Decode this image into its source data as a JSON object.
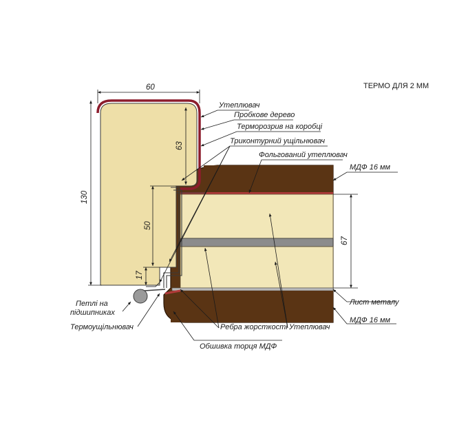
{
  "header": {
    "thermo_note": "ТЕРМО ДЛЯ 2 ММ"
  },
  "dimensions": {
    "width_top": "60",
    "height_total": "130",
    "height_upper": "63",
    "height_mid": "50",
    "height_low": "17",
    "leaf_thickness": "67"
  },
  "labels": {
    "insulation_top": "Утеплювач",
    "cork": "Пробкове дерево",
    "thermal_break_frame": "Терморозрив на коробці",
    "triple_seal": "Триконтурний   ущільнювач",
    "foil_insulation": "Фольгований утеплювач",
    "mdf_top": "МДФ 16 мм",
    "hinges": "Петлі на\nпідшипниках",
    "thermo_seal": "Термоущільнювач",
    "metal_sheet": "Лист металу",
    "mdf_bottom": "МДФ 16 мм",
    "ribs": "Ребра жорсткості",
    "insulation_bottom": "Утеплювач",
    "mdf_edge": "Обшивка торця МДФ"
  },
  "colors": {
    "wood": "#5a3414",
    "foam": "#f2e7b8",
    "frame": "#eedfa8",
    "rib": "#8c8c8c",
    "gasket": "#b23a3a",
    "metal": "#b9b9b9"
  }
}
